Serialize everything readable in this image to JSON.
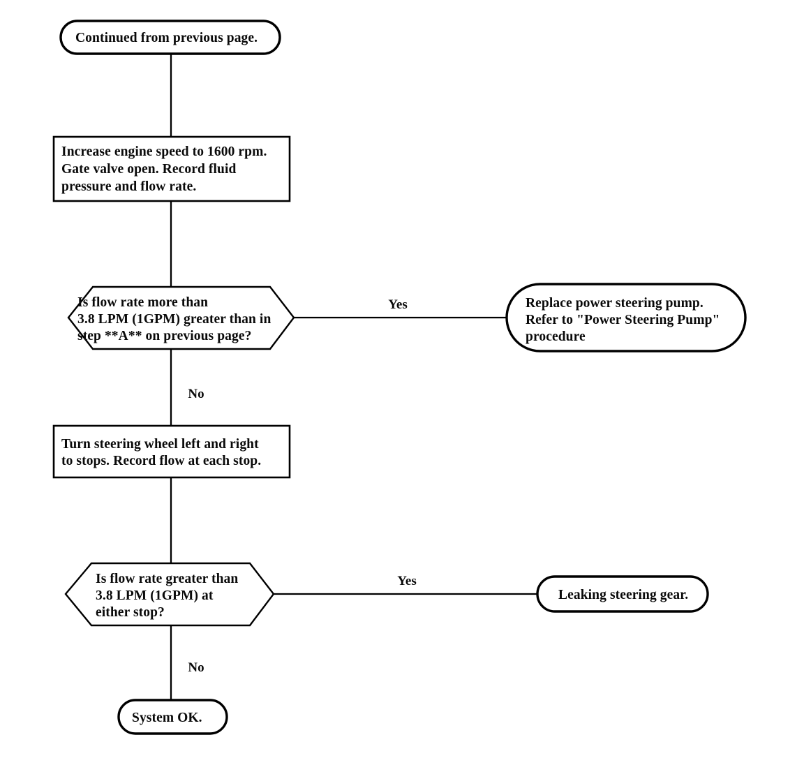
{
  "diagram": {
    "title": "Power Steering System Flow Test Flowchart",
    "type": "flowchart",
    "colors": {
      "background": "#ffffff",
      "stroke": "#000000",
      "text": "#0a0a0a"
    },
    "nodes": [
      {
        "id": "start-terminal",
        "shape": "terminal",
        "name": "continued-from-previous-page",
        "lines": [
          "Continued from previous page."
        ]
      },
      {
        "id": "process-increase-speed",
        "shape": "process",
        "name": "increase-engine-speed-step",
        "lines": [
          "Increase engine speed to 1600 rpm.",
          "Gate valve open. Record fluid",
          "pressure and flow rate."
        ]
      },
      {
        "id": "decision-flow-rate-more",
        "shape": "decision",
        "name": "flow-rate-comparison-decision",
        "lines": [
          "Is flow rate more than",
          "3.8 LPM (1GPM) greater than in",
          "step **A** on previous page?"
        ]
      },
      {
        "id": "terminal-replace-pump",
        "shape": "terminal",
        "name": "replace-power-steering-pump",
        "lines": [
          "Replace power steering pump.",
          "Refer to \"Power Steering Pump\"",
          "procedure"
        ]
      },
      {
        "id": "process-turn-wheel",
        "shape": "process",
        "name": "turn-steering-wheel-step",
        "lines": [
          "Turn steering wheel left and right",
          "to stops. Record flow at each stop."
        ]
      },
      {
        "id": "decision-flow-at-stop",
        "shape": "decision",
        "name": "flow-rate-at-stop-decision",
        "lines": [
          "Is flow rate greater than",
          "3.8 LPM (1GPM) at",
          "either stop?"
        ]
      },
      {
        "id": "terminal-leaking-gear",
        "shape": "terminal",
        "name": "leaking-steering-gear",
        "lines": [
          "Leaking steering gear."
        ]
      },
      {
        "id": "terminal-system-ok",
        "shape": "terminal",
        "name": "system-ok",
        "lines": [
          "System OK."
        ]
      }
    ],
    "edge_labels": [
      {
        "id": "yes-1",
        "text": "Yes"
      },
      {
        "id": "no-1",
        "text": "No"
      },
      {
        "id": "yes-2",
        "text": "Yes"
      },
      {
        "id": "no-2",
        "text": "No"
      }
    ]
  }
}
